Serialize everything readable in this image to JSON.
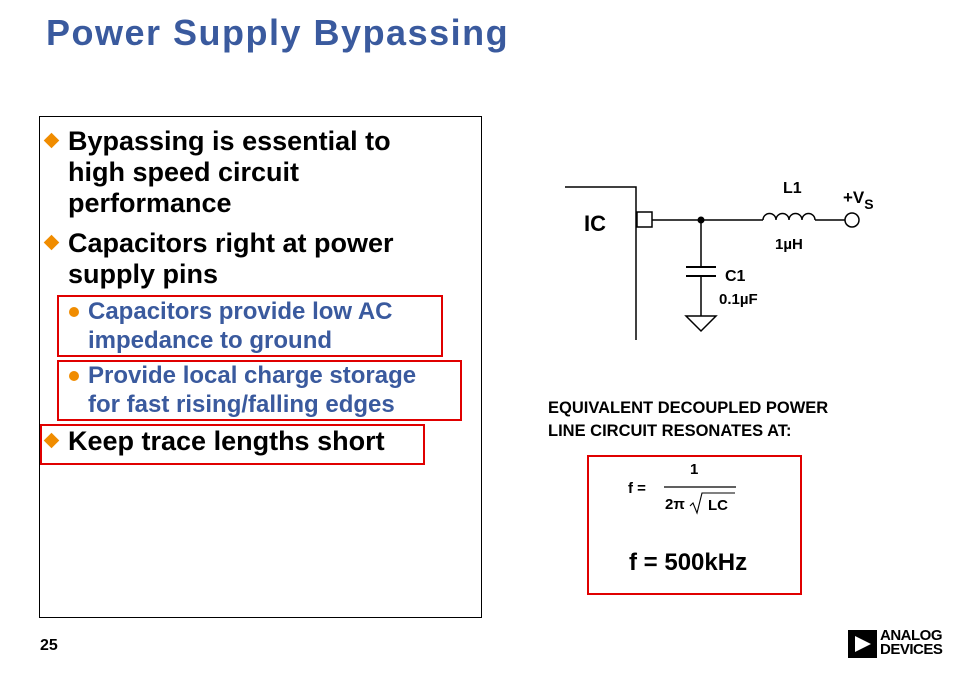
{
  "slide": {
    "title": "Power Supply Bypassing",
    "page_number": "25"
  },
  "bullets": [
    {
      "level": 1,
      "lines": [
        "Bypassing is essential to",
        "high speed circuit",
        "performance"
      ]
    },
    {
      "level": 1,
      "lines": [
        "Capacitors right at power",
        "supply pins"
      ]
    },
    {
      "level": 2,
      "lines": [
        "Capacitors provide low AC",
        "impedance to ground"
      ],
      "highlighted": true
    },
    {
      "level": 2,
      "lines": [
        "Provide local charge storage",
        "for fast rising/falling edges"
      ],
      "highlighted": true
    },
    {
      "level": 1,
      "lines": [
        "Keep trace lengths short"
      ],
      "highlighted": true
    }
  ],
  "circuit": {
    "ic_label": "IC",
    "inductor_name": "L1",
    "inductor_value": "1µH",
    "cap_name": "C1",
    "cap_value": "0.1µF",
    "supply_label": "+V",
    "supply_sub": "S"
  },
  "equivalent": {
    "caption_line1": "EQUIVALENT DECOUPLED POWER",
    "caption_line2": "LINE CIRCUIT RESONATES AT:",
    "f_symbol": "f  =",
    "numerator": "1",
    "denom_prefix": "2π",
    "denom_root": "LC",
    "result": "f = 500kHz"
  },
  "logo": {
    "line1": "ANALOG",
    "line2": "DEVICES"
  },
  "colors": {
    "title": "#3a5a9e",
    "bullet_marker": "#f08c00",
    "sub_bullet_text": "#3a5a9e",
    "highlight_box": "#e00000"
  }
}
